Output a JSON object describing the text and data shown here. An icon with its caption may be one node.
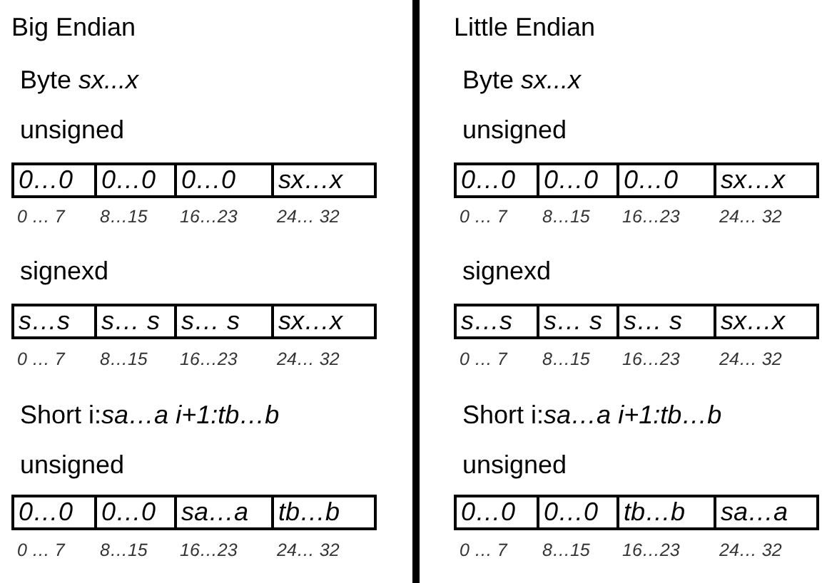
{
  "diagram": {
    "nodes": [
      {
        "text": [
          "0…0"
        ]
      },
      {
        "text": [
          "0…0"
        ]
      },
      {
        "text": [
          "0…0"
        ]
      },
      {
        "text": [
          "sx…x"
        ]
      },
      {
        "text": [
          "s…s"
        ]
      },
      {
        "text": [
          "s… s"
        ]
      },
      {
        "text": [
          "s… s"
        ]
      },
      {
        "text": [
          "sx…x"
        ]
      },
      {
        "text": [
          "0…0"
        ]
      },
      {
        "text": [
          "0…0"
        ]
      },
      {
        "text": [
          "sa…a"
        ]
      },
      {
        "text": [
          "tb…b"
        ]
      },
      {
        "text": [
          "0…0"
        ]
      },
      {
        "text": [
          "0…0"
        ]
      },
      {
        "text": [
          "0…0"
        ]
      },
      {
        "text": [
          "sx…x"
        ]
      },
      {
        "text": [
          "s…s"
        ]
      },
      {
        "text": [
          "s… s"
        ]
      },
      {
        "text": [
          "s… s"
        ]
      },
      {
        "text": [
          "sx…x"
        ]
      },
      {
        "text": [
          "0…0"
        ]
      },
      {
        "text": [
          "0…0"
        ]
      },
      {
        "text": [
          "tb…b"
        ]
      },
      {
        "text": [
          "sa…a"
        ]
      }
    ],
    "labels": [
      "Big Endian",
      "Byte *sx...x*",
      "unsigned",
      "0 … 7",
      "8…15",
      "16…23",
      "24… 32",
      "signexd",
      "0 … 7",
      "8…15",
      "16…23",
      "24… 32",
      "Short i:*sa…a* *i+1:tb…b*",
      "unsigned",
      "0 … 7",
      "8…15",
      "16…23",
      "24… 32",
      "Little Endian",
      "Byte *sx...x*",
      "unsigned",
      "0 … 7",
      "8…15",
      "16…23",
      "24… 32",
      "signexd",
      "0 … 7",
      "8…15",
      "16…23",
      "24… 32",
      "Short i:*sa…a* *i+1:tb…b*",
      "unsigned",
      "0 … 7",
      "8…15",
      "16…23",
      "24… 32"
    ]
  }
}
